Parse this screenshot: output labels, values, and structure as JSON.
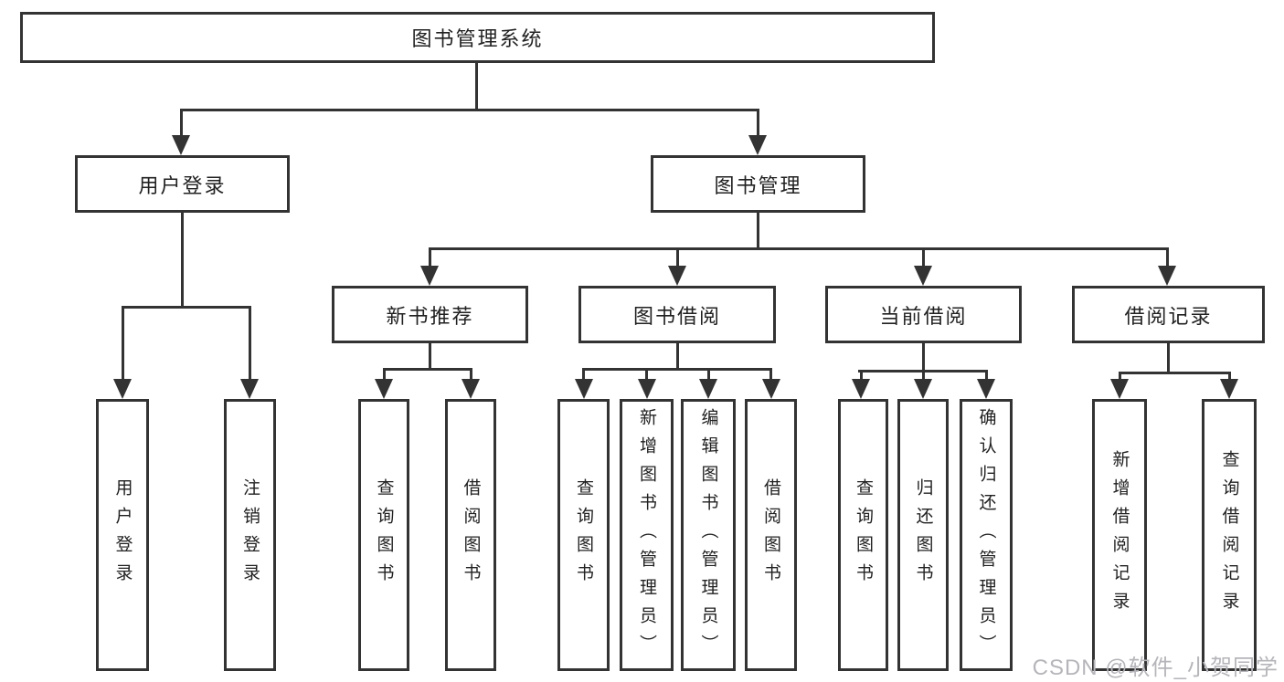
{
  "tree": {
    "root": {
      "label": "图书管理系统"
    },
    "children": [
      {
        "label": "用户登录",
        "children": [
          {
            "label": "用户登录"
          },
          {
            "label": "注销登录"
          }
        ]
      },
      {
        "label": "图书管理",
        "children": [
          {
            "label": "新书推荐",
            "children": [
              {
                "label": "查询图书"
              },
              {
                "label": "借阅图书"
              }
            ]
          },
          {
            "label": "图书借阅",
            "children": [
              {
                "label": "查询图书"
              },
              {
                "label": "新增图书（管理员）"
              },
              {
                "label": "编辑图书（管理员）"
              },
              {
                "label": "借阅图书"
              }
            ]
          },
          {
            "label": "当前借阅",
            "children": [
              {
                "label": "查询图书"
              },
              {
                "label": "归还图书"
              },
              {
                "label": "确认归还（管理员）"
              }
            ]
          },
          {
            "label": "借阅记录",
            "children": [
              {
                "label": "新增借阅记录"
              },
              {
                "label": "查询借阅记录"
              }
            ]
          }
        ]
      }
    ]
  },
  "watermark": {
    "text": "CSDN @软件_小贺同学"
  },
  "colors": {
    "line": "#333333",
    "text": "#212121",
    "watermark": "#b5b5ba",
    "background": "#ffffff"
  }
}
